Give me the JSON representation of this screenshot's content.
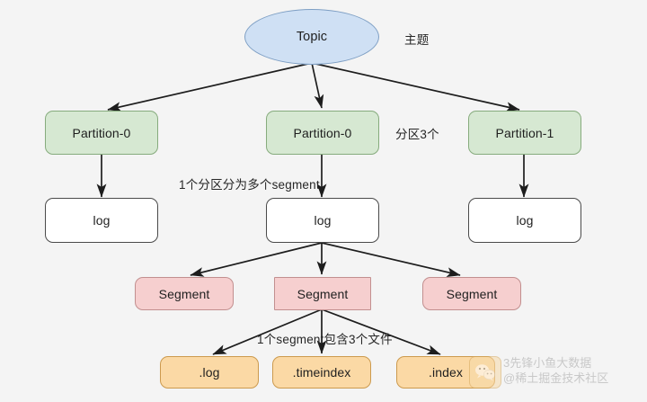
{
  "diagram": {
    "title": "Kafka Topic Partition Segment structure",
    "background_color": "#f4f4f4",
    "nodes": {
      "topic": {
        "label": "Topic",
        "shape": "ellipse",
        "fill": "#cfe0f4",
        "stroke": "#7e9fc4"
      },
      "partition_left": {
        "label": "Partition-0",
        "shape": "rounded-rect",
        "fill": "#d6e8d2",
        "stroke": "#86ab7d"
      },
      "partition_mid": {
        "label": "Partition-0",
        "shape": "rounded-rect",
        "fill": "#d6e8d2",
        "stroke": "#86ab7d"
      },
      "partition_right": {
        "label": "Partition-1",
        "shape": "rounded-rect",
        "fill": "#d6e8d2",
        "stroke": "#86ab7d"
      },
      "log_left": {
        "label": "log",
        "shape": "rounded-rect",
        "fill": "#ffffff",
        "stroke": "#4a4a4a"
      },
      "log_mid": {
        "label": "log",
        "shape": "rounded-rect",
        "fill": "#ffffff",
        "stroke": "#4a4a4a"
      },
      "log_right": {
        "label": "log",
        "shape": "rounded-rect",
        "fill": "#ffffff",
        "stroke": "#4a4a4a"
      },
      "segment_left": {
        "label": "Segment",
        "shape": "rounded-rect",
        "fill": "#f6cfcf",
        "stroke": "#c28f8f"
      },
      "segment_mid": {
        "label": "Segment",
        "shape": "rect",
        "fill": "#f6cfcf",
        "stroke": "#c28f8f"
      },
      "segment_right": {
        "label": "Segment",
        "shape": "rounded-rect",
        "fill": "#f6cfcf",
        "stroke": "#c28f8f"
      },
      "file_log": {
        "label": ".log",
        "shape": "rounded-rect",
        "fill": "#fbd9a5",
        "stroke": "#cc9a4e"
      },
      "file_timeindex": {
        "label": ".timeindex",
        "shape": "rounded-rect",
        "fill": "#fbd9a5",
        "stroke": "#cc9a4e"
      },
      "file_index": {
        "label": ".index",
        "shape": "rounded-rect",
        "fill": "#fbd9a5",
        "stroke": "#cc9a4e"
      }
    },
    "annotations": {
      "topic_note": "主题",
      "partition_note": "分区3个",
      "segment_note": "1个分区分为多个segment",
      "file_note": "1个segment包含3个文件"
    },
    "watermark": {
      "line1": "3先锋小鱼大数据",
      "line2": "@稀土掘金技术社区",
      "icon": "wechat-icon"
    },
    "edge_color": "#1d1d1d"
  }
}
